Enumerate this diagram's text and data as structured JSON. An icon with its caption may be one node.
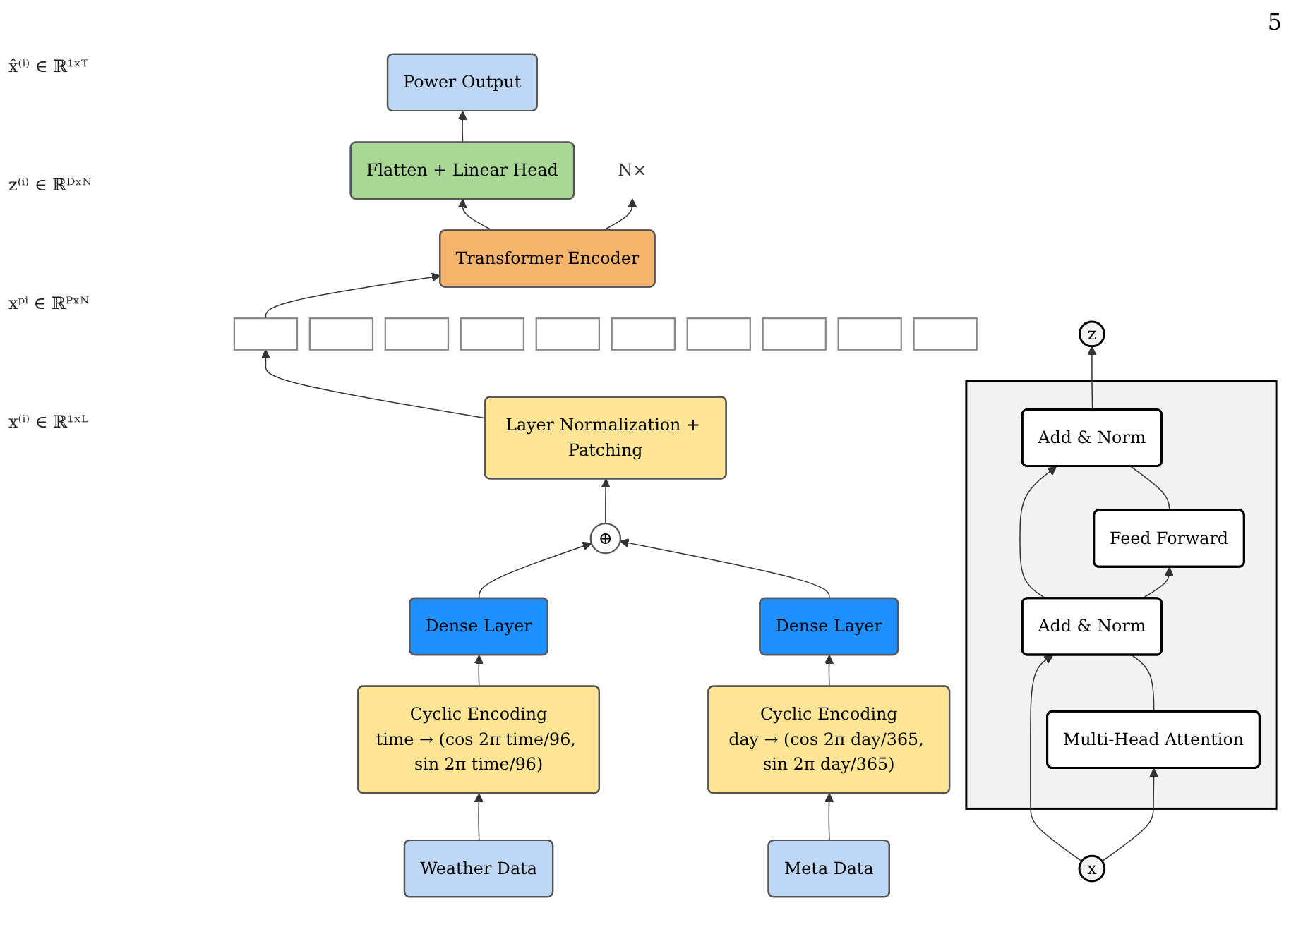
{
  "diagram": {
    "nodes": [
      {
        "text": [
          "Power Output"
        ]
      },
      {
        "text": [
          "Flatten + Linear Head"
        ]
      },
      {
        "text": [
          "Transformer Encoder"
        ]
      },
      {
        "text": [],
        "shape": "box"
      },
      {
        "text": [],
        "shape": "box"
      },
      {
        "text": [],
        "shape": "box"
      },
      {
        "text": [],
        "shape": "box"
      },
      {
        "text": [],
        "shape": "box"
      },
      {
        "text": [],
        "shape": "box"
      },
      {
        "text": [],
        "shape": "box"
      },
      {
        "text": [],
        "shape": "box"
      },
      {
        "text": [],
        "shape": "box"
      },
      {
        "text": [],
        "shape": "box"
      },
      {
        "text": [
          "Layer Normalization + Patching"
        ]
      },
      {
        "text": [
          "⊕"
        ]
      },
      {
        "text": [
          "Dense Layer"
        ]
      },
      {
        "text": [
          "Dense Layer"
        ]
      },
      {
        "text": [
          "Cyclic Encoding",
          "time → (cos 2π time/96, sin 2π time/96)"
        ]
      },
      {
        "text": [
          "Cyclic Encoding",
          "day → (cos 2π day/365, sin 2π day/365)"
        ]
      },
      {
        "text": [
          "Weather Data"
        ]
      },
      {
        "text": [
          "Meta Data"
        ]
      },
      {
        "text": [
          "N×"
        ]
      },
      {
        "text": [
          "z"
        ]
      },
      {
        "text": [],
        "shape": "box"
      },
      {
        "text": [
          "Add & Norm"
        ],
        "in": 23
      },
      {
        "text": [
          "Feed Forward"
        ],
        "in": 23
      },
      {
        "text": [
          "Add & Norm"
        ],
        "in": 23
      },
      {
        "text": [
          "Multi-Head Attention"
        ],
        "in": 23
      },
      {
        "text": [
          "x"
        ]
      }
    ],
    "edges": [
      {
        "from": 19,
        "to": 17,
        "arrow": "to"
      },
      {
        "from": 17,
        "to": 15,
        "arrow": "to"
      },
      {
        "from": 15,
        "to": 14,
        "arrow": "to"
      },
      {
        "from": 20,
        "to": 18,
        "arrow": "to"
      },
      {
        "from": 18,
        "to": 16,
        "arrow": "to"
      },
      {
        "from": 16,
        "to": 14,
        "arrow": "to"
      },
      {
        "from": 14,
        "to": 13,
        "arrow": "to"
      },
      {
        "from": 13,
        "to": 7,
        "arrow": "to"
      },
      {
        "from": 7,
        "to": 2,
        "arrow": "to"
      },
      {
        "from": 2,
        "to": 1,
        "arrow": "to"
      },
      {
        "from": 1,
        "to": 0,
        "arrow": "to"
      },
      {
        "from": 2,
        "to": 21,
        "arrow": "to"
      },
      {
        "from": 28,
        "to": 27,
        "arrow": "to"
      },
      {
        "from": 28,
        "to": 26,
        "arrow": "to"
      },
      {
        "from": 27,
        "to": 26,
        "arrow": "none"
      },
      {
        "from": 26,
        "to": 25,
        "arrow": "to"
      },
      {
        "from": 26,
        "to": 24,
        "arrow": "to"
      },
      {
        "from": 25,
        "to": 24,
        "arrow": "none"
      },
      {
        "from": 24,
        "to": 22,
        "arrow": "to"
      }
    ],
    "labels": [
      "5",
      "x̂⁽ⁱ⁾ ∈ ℝ¹ˣᵀ",
      "z⁽ⁱ⁾ ∈ ℝᴰˣᴺ",
      "xᵖⁱ ∈ ℝᴾˣᴺ",
      "x⁽ⁱ⁾ ∈ ℝ¹ˣᴸ"
    ]
  }
}
